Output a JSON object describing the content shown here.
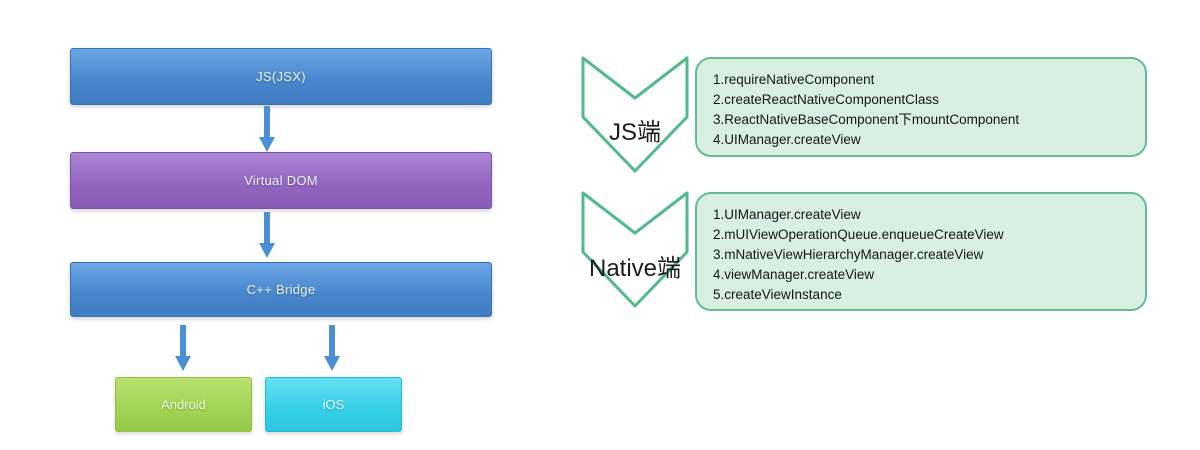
{
  "flowchart": {
    "nodes": [
      {
        "id": "js",
        "label": "JS(JSX)"
      },
      {
        "id": "vdom",
        "label": "Virtual DOM"
      },
      {
        "id": "bridge",
        "label": "C++ Bridge"
      },
      {
        "id": "android",
        "label": "Android"
      },
      {
        "id": "ios",
        "label": "iOS"
      }
    ]
  },
  "callouts": [
    {
      "label": "JS端",
      "items": [
        "1.requireNativeComponent",
        "2.createReactNativeComponentClass",
        "3.ReactNativeBaseComponent下mountComponent",
        "4.UIManager.createView"
      ]
    },
    {
      "label": "Native端",
      "items": [
        "1.UIManager.createView",
        "2.mUIViewOperationQueue.enqueueCreateView",
        "3.mNativeViewHierarchyManager.createView",
        "4.viewManager.createView",
        "5.createViewInstance"
      ]
    }
  ],
  "colors": {
    "blue_bar": "#4a88cd",
    "purple_bar": "#9165bf",
    "android_green": "#a3d455",
    "ios_cyan": "#38d0e9",
    "arrow_blue": "#4a8fd4",
    "callout_fill": "#d9efe2",
    "callout_border": "#63bd93",
    "chevron_stroke": "#52b98c"
  }
}
